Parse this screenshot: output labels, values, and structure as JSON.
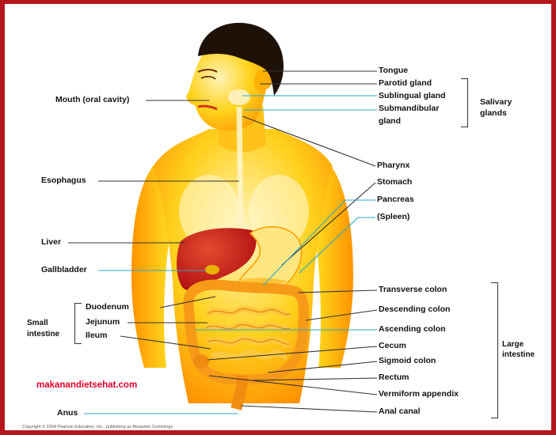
{
  "labels": {
    "tongue": "Tongue",
    "parotid": "Parotid gland",
    "sublingual": "Sublingual gland",
    "submandibular_1": "Submandibular",
    "submandibular_2": "gland",
    "salivary_1": "Salivary",
    "salivary_2": "glands",
    "mouth": "Mouth (oral cavity)",
    "pharynx": "Pharynx",
    "esophagus": "Esophagus",
    "stomach": "Stomach",
    "pancreas": "Pancreas",
    "spleen": "(Spleen)",
    "liver": "Liver",
    "gallbladder": "Gallbladder",
    "transverse_colon": "Transverse colon",
    "small_intestine_1": "Small",
    "small_intestine_2": "intestine",
    "duodenum": "Duodenum",
    "jejunum": "Jejunum",
    "ileum": "Ileum",
    "descending_colon": "Descending colon",
    "ascending_colon": "Ascending colon",
    "cecum": "Cecum",
    "sigmoid_colon": "Sigmoid colon",
    "rectum": "Rectum",
    "vermiform_appendix": "Vermiform appendix",
    "anus": "Anus",
    "anal_canal": "Anal canal",
    "large_intestine_1": "Large",
    "large_intestine_2": "intestine"
  },
  "watermark": "makanandietsehat.com",
  "copyright": "Copyright © 2004 Pearson Education, Inc., publishing as Benjamin Cummings",
  "colors": {
    "frame": "#b5161c",
    "skin": "#ffd21a",
    "skin_highlight": "#fff6c4",
    "skin_shadow": "#ff8a00",
    "hair": "#1e1208",
    "liver": "#c8171c",
    "intestine": "#f7a51c",
    "leader_line": "#2aa7c9",
    "watermark": "#e0002a"
  }
}
